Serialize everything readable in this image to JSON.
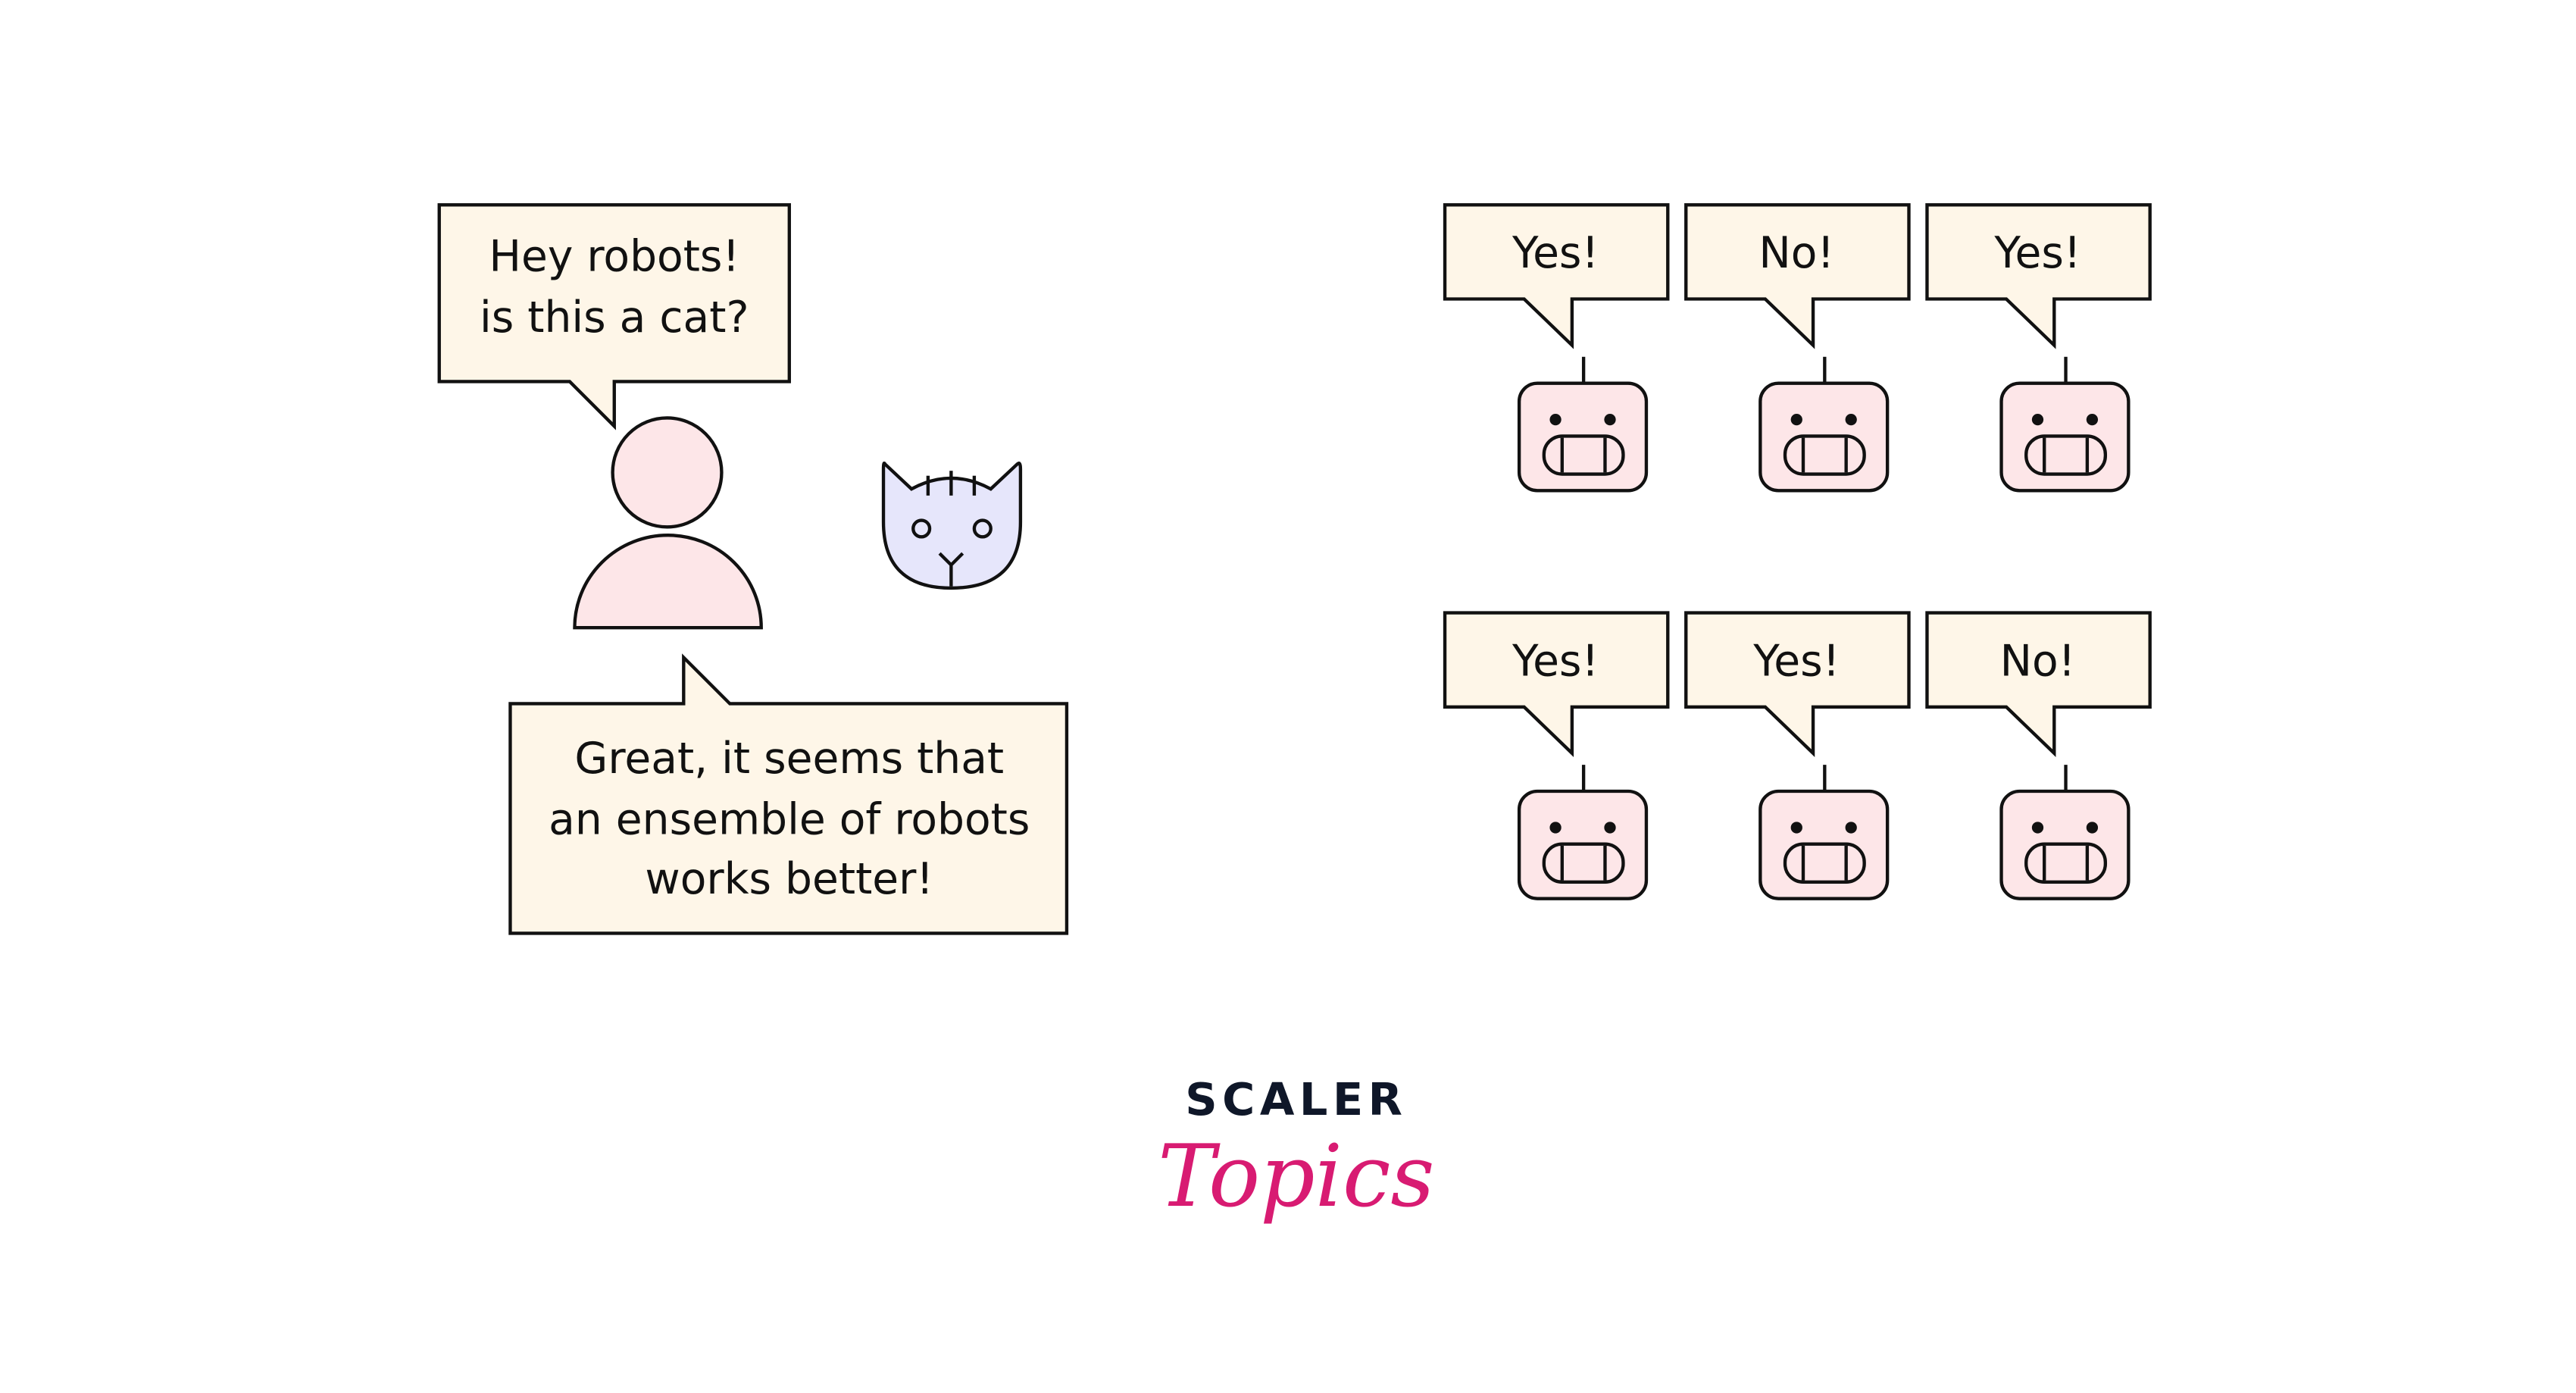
{
  "colors": {
    "bubble": "#fef6e8",
    "person": "#fde6e8",
    "cat": "#e6e6fb",
    "robot": "#fde6e8",
    "logo_dark": "#0f1729",
    "logo_pink": "#d81b72"
  },
  "person_bubble": {
    "lines": [
      "Hey robots!",
      "is this a cat?"
    ]
  },
  "conclusion_bubble": {
    "lines": [
      "Great, it seems that",
      "an ensemble of robots",
      "works better!"
    ]
  },
  "robots": [
    {
      "answer": "Yes!"
    },
    {
      "answer": "No!"
    },
    {
      "answer": "Yes!"
    },
    {
      "answer": "Yes!"
    },
    {
      "answer": "Yes!"
    },
    {
      "answer": "No!"
    }
  ],
  "logo": {
    "brand": "SCALER",
    "sub": "Topics"
  }
}
